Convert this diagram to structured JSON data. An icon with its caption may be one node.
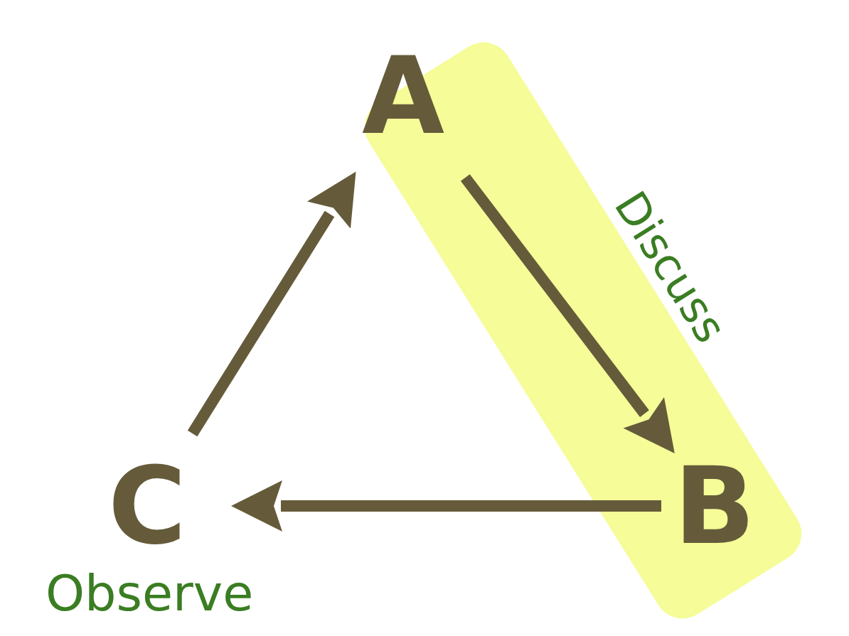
{
  "diagram": {
    "nodes": [
      {
        "text": [
          "Discuss"
        ]
      },
      {
        "text": [
          "A"
        ],
        "in": 0
      },
      {
        "text": [
          "B"
        ],
        "in": 0
      },
      {
        "text": [
          "C"
        ],
        "beside": [
          "Observe"
        ]
      }
    ],
    "edges": [
      {
        "from": 1,
        "to": 2,
        "arrow": "to"
      },
      {
        "from": 2,
        "to": 3,
        "arrow": "to"
      },
      {
        "from": 3,
        "to": 1,
        "arrow": "to"
      }
    ]
  }
}
